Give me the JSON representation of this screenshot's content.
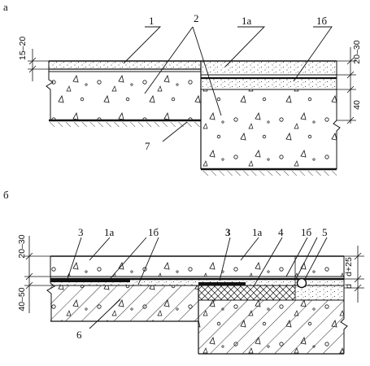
{
  "diagram_a": {
    "panel_label": "а",
    "callouts": [
      "1",
      "2",
      "1а",
      "1б",
      "7"
    ],
    "dims": {
      "left_top": "15–20",
      "right_top": "20–30",
      "right_mid": "40"
    }
  },
  "diagram_b": {
    "panel_label": "б",
    "callouts": [
      "3",
      "1а",
      "1б",
      "3",
      "1а",
      "4",
      "1б",
      "5",
      "6"
    ],
    "dims": {
      "left_top": "20–30",
      "left_mid": "40–50",
      "right_top": "d+25",
      "right_d": "d"
    }
  },
  "colors": {
    "ink": "#111111",
    "paper": "#ffffff"
  }
}
